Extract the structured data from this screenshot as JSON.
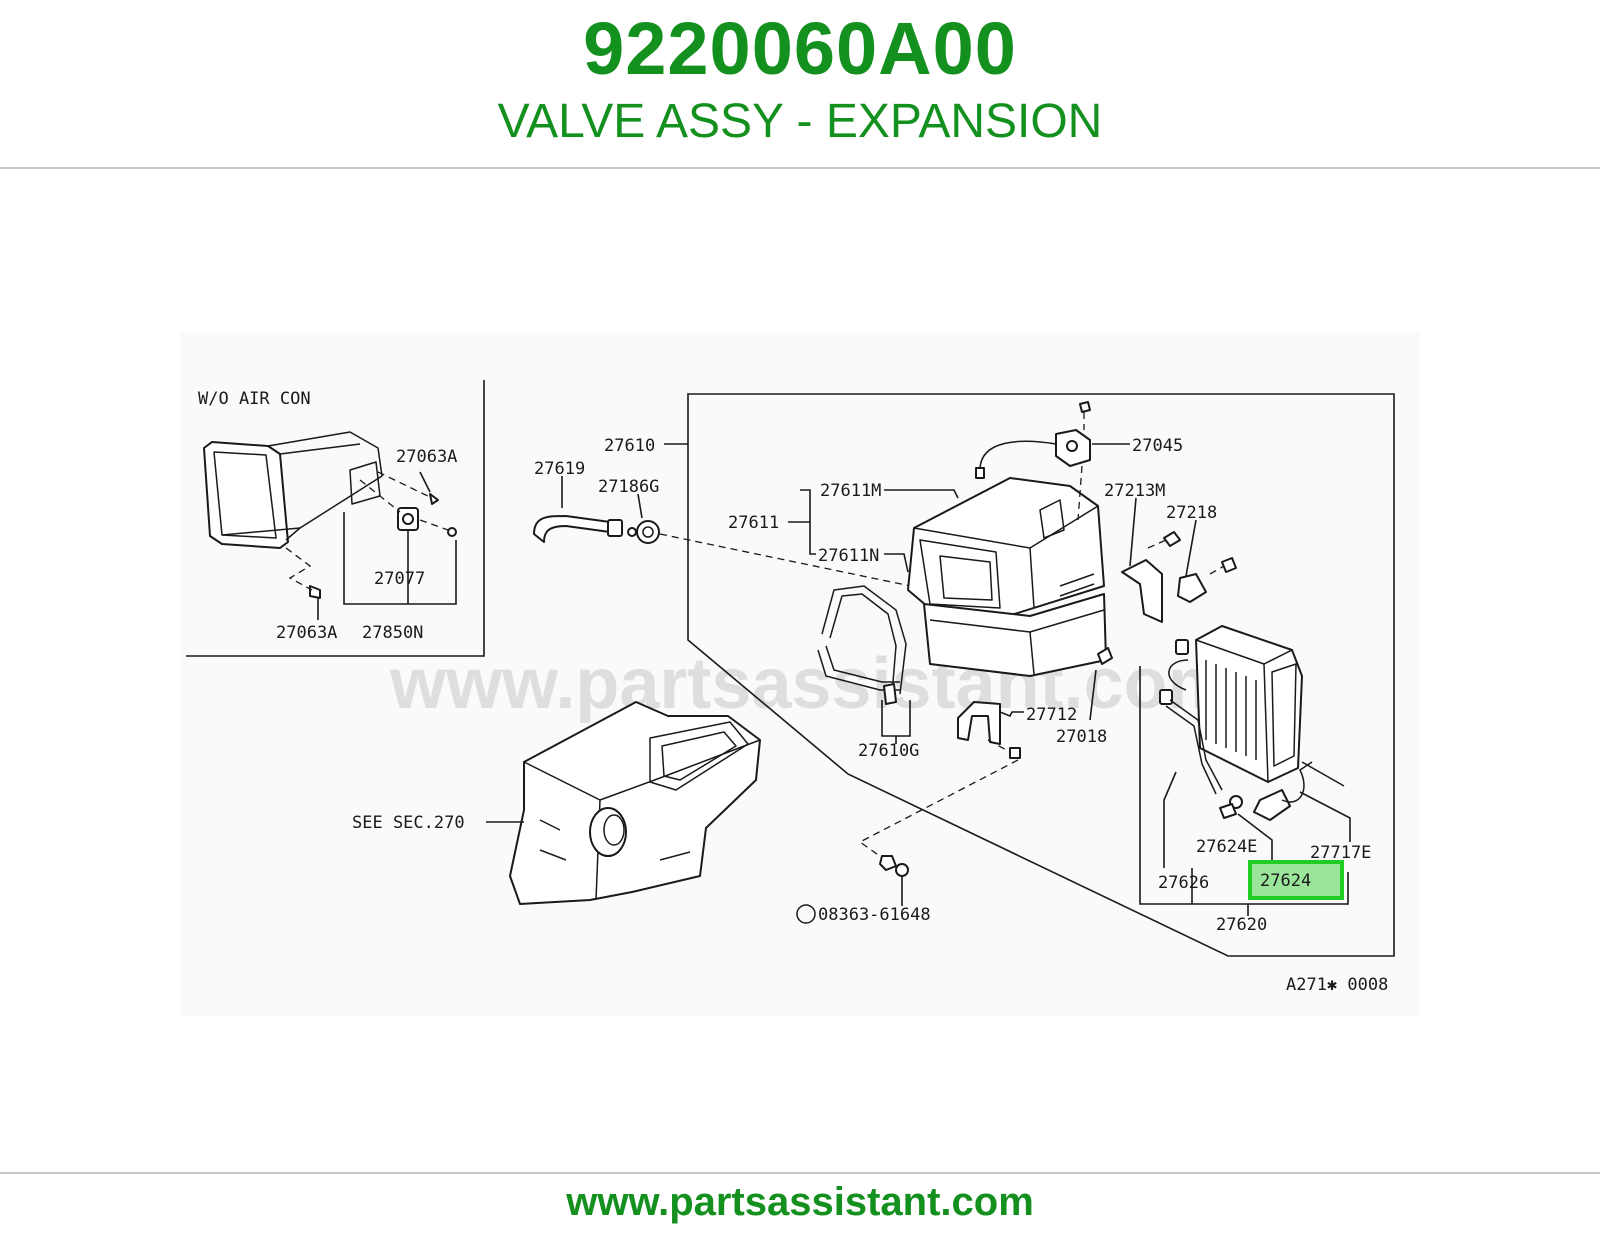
{
  "header": {
    "part_number": "9220060A00",
    "part_name": "VALVE ASSY - EXPANSION"
  },
  "footer": {
    "url": "www.partsassistant.com"
  },
  "diagram": {
    "watermark": "www.partsassistant.com",
    "inset_title": "W/O AIR CON",
    "see_section": "SEE SEC.270",
    "drawing_code": "A271✱ 0008",
    "highlighted_part": "27624",
    "highlight_color": "#22cc22",
    "labels": {
      "l_27063a_top": "27063A",
      "l_27077": "27077",
      "l_27063a_bottom": "27063A",
      "l_27850n": "27850N",
      "l_27610": "27610",
      "l_27619": "27619",
      "l_27186g": "27186G",
      "l_27611m": "27611M",
      "l_27611": "27611",
      "l_27611n": "27611N",
      "l_27045": "27045",
      "l_27213m": "27213M",
      "l_27218": "27218",
      "l_27712": "27712",
      "l_27018": "27018",
      "l_27610g": "27610G",
      "l_27624e": "27624E",
      "l_27717e": "27717E",
      "l_27626": "27626",
      "l_27624": "27624",
      "l_27620": "27620",
      "l_08363": "08363-61648"
    }
  }
}
